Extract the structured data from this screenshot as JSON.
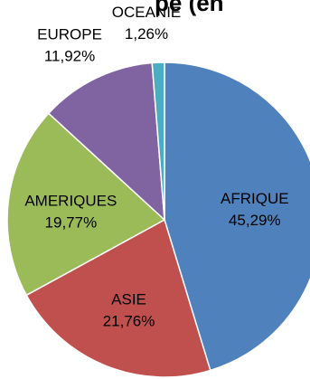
{
  "chart_data": {
    "type": "pie",
    "title": "...pe (en %)",
    "categories": [
      "AFRIQUE",
      "ASIE",
      "AMERIQUES",
      "EUROPE",
      "OCEANIE"
    ],
    "series": [
      {
        "values": [
          45.29,
          21.76,
          19.77,
          11.92,
          1.26
        ]
      }
    ],
    "value_labels": [
      "45,29%",
      "21,76%",
      "19,77%",
      "11,92%",
      "1,26%"
    ],
    "legend": "none",
    "colors": [
      "#4F81BD",
      "#C0504D",
      "#9BBB59",
      "#8064A2",
      "#4BACC6"
    ],
    "label_colors": [
      "#000000",
      "#000000",
      "#000000",
      "#000000",
      "#000000"
    ]
  },
  "title_visible": "pe (en"
}
